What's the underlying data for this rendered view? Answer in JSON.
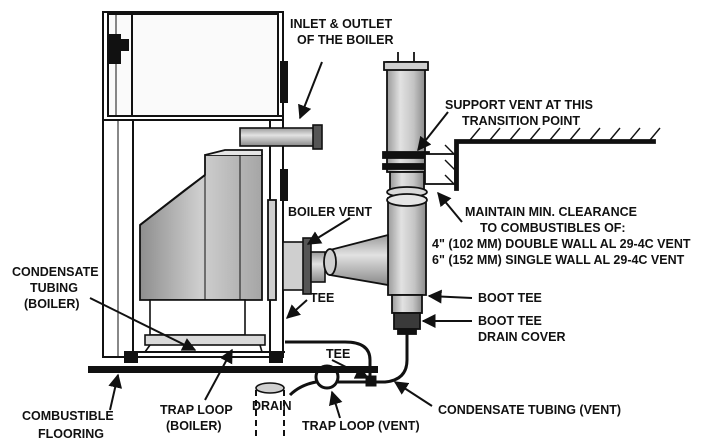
{
  "labels": {
    "inlet_outlet": [
      "INLET & OUTLET",
      "OF THE BOILER"
    ],
    "support_vent": [
      "SUPPORT VENT AT THIS",
      "TRANSITION POINT"
    ],
    "boiler_vent": "BOILER VENT",
    "clearance": [
      "MAINTAIN MIN. CLEARANCE",
      "TO COMBUSTIBLES OF:",
      "4\" (102 MM) DOUBLE WALL AL 29-4C VENT",
      "6\" (152 MM) SINGLE WALL AL 29-4C VENT"
    ],
    "condensate_boiler": [
      "CONDENSATE",
      "TUBING",
      "(BOILER)"
    ],
    "tee_boiler_side": "TEE",
    "boot_tee": "BOOT TEE",
    "boot_tee_cover": [
      "BOOT TEE",
      "DRAIN COVER"
    ],
    "tee_lower": "TEE",
    "drain": "DRAIN",
    "combustible_flooring": [
      "COMBUSTIBLE",
      "FLOORING"
    ],
    "trap_loop_boiler": [
      "TRAP LOOP",
      "(BOILER)"
    ],
    "trap_loop_vent": "TRAP LOOP (VENT)",
    "condensate_vent": "CONDENSATE TUBING (VENT)"
  },
  "colors": {
    "line": "#111111",
    "fill_light": "#d9d9d9",
    "fill_mid": "#bdbdbd",
    "fill_dark": "#8c8c8c",
    "background": "#ffffff"
  }
}
